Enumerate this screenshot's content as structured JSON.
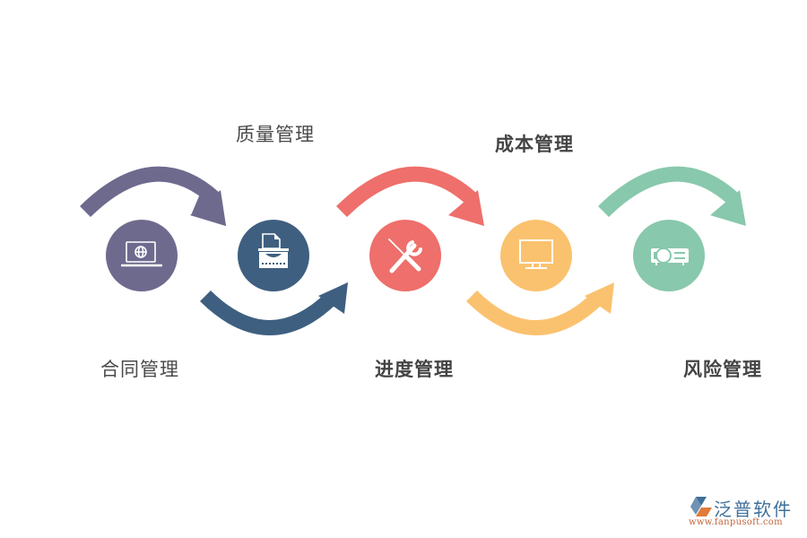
{
  "diagram": {
    "steps": [
      {
        "label": "合同管理",
        "icon": "laptop-globe-icon",
        "color": "#6e6a8e",
        "label_position": "below",
        "arrow": "over"
      },
      {
        "label": "质量管理",
        "icon": "typewriter-icon",
        "color": "#3e5f80",
        "label_position": "above",
        "arrow": "under"
      },
      {
        "label": "进度管理",
        "icon": "wrench-screwdriver-icon",
        "color": "#ee6f6b",
        "label_position": "below",
        "arrow": "over"
      },
      {
        "label": "成本管理",
        "icon": "monitor-icon",
        "color": "#fac26e",
        "label_position": "above",
        "arrow": "under"
      },
      {
        "label": "风险管理",
        "icon": "projector-icon",
        "color": "#88c8ac",
        "label_position": "below",
        "arrow": "over"
      }
    ]
  },
  "logo": {
    "name": "泛普软件",
    "url": "www.fanpusoft.com",
    "color": "#3f6f9a",
    "accent": "#e07b3a"
  }
}
